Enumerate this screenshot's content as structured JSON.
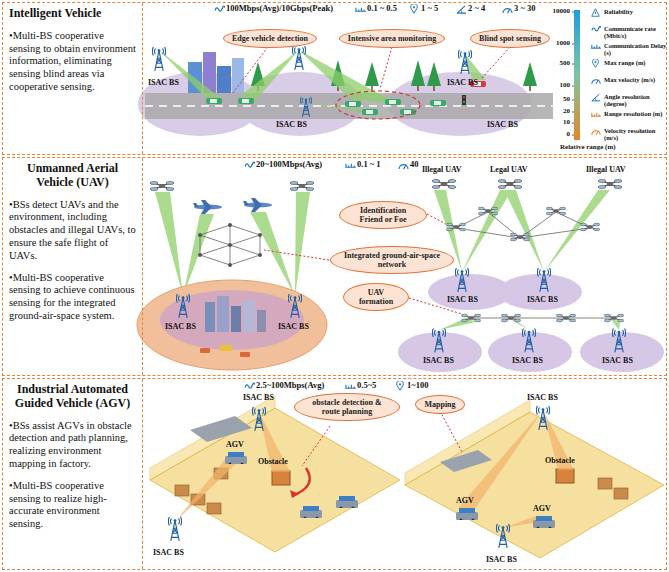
{
  "diagram": {
    "nodes": [
      {
        "text": [
          "Intelligent Vehicle",
          "•Multi-BS cooperative sensing to obtain environment information, eliminating sensing blind areas via cooperative sensing."
        ]
      },
      {
        "text": [
          "Edge vehicle detection"
        ],
        "in": 0
      },
      {
        "text": [
          "Intensive area monitoring"
        ],
        "in": 0
      },
      {
        "text": [
          "Blind spot sensing"
        ],
        "in": 0
      },
      {
        "text": [
          "Unmanned Aerial Vehicle (UAV)",
          "•BSs detect UAVs and the environment, including obstacles and illegal UAVs, to ensure the safe flight of UAVs.",
          "•Multi-BS cooperative sensing to achieve continuous sensing for the integrated ground-air-space system."
        ]
      },
      {
        "text": [
          "Identification Friend or Foe"
        ],
        "in": 4
      },
      {
        "text": [
          "Integrated ground-air-space network"
        ],
        "in": 4
      },
      {
        "text": [
          "UAV formation"
        ],
        "in": 4
      },
      {
        "text": [
          "Industrial Automated Guided Vehicle (AGV)",
          "•BSs assist AGVs in obstacle detection and path planning, realizing environment mapping in factory.",
          "•Multi-BS cooperative sensing to realize high-accurate environment sensing."
        ]
      },
      {
        "text": [
          "obstacle detection & route planning"
        ],
        "in": 8
      },
      {
        "text": [
          "Mapping"
        ],
        "in": 8
      }
    ],
    "labels": [
      "100Mbps(Avg)/10Gbps(Peak)",
      "0.1 ~ 0.5",
      "1 ~ 5",
      "2 ~ 4",
      "3 ~ 30",
      "ISAC BS",
      "ISAC BS",
      "ISAC BS",
      "ISAC BS",
      "10000",
      "1000",
      "500",
      "100",
      "50",
      "20",
      "10",
      "0",
      "Relative range (m)",
      "20~100Mbps(Avg)",
      "0.1 ~ 1",
      "40",
      "Illegal UAV",
      "Legal UAV",
      "Illegal UAV",
      "ISAC BS",
      "ISAC BS",
      "ISAC BS",
      "ISAC BS",
      "ISAC BS",
      "ISAC BS",
      "ISAC BS",
      "2.5~100Mbps(Avg)",
      "0.5~5",
      "1~100",
      "ISAC BS",
      "AGV",
      "Obstacle",
      "ISAC BS",
      "ISAC BS",
      "Obstacle",
      "AGV",
      "AGV",
      "ISAC BS"
    ],
    "legend": [
      {
        "text": "Reliability"
      },
      {
        "text": "Communicate rate (Mbit/s)"
      },
      {
        "text": "Communication Delay (s)"
      },
      {
        "text": "Max range (m)"
      },
      {
        "text": "Max velocity (m/s)"
      },
      {
        "text": "Angle resolution (degree)"
      },
      {
        "text": "Range resolution (m)"
      },
      {
        "text": "Velocity resolution (m/s)"
      }
    ]
  }
}
